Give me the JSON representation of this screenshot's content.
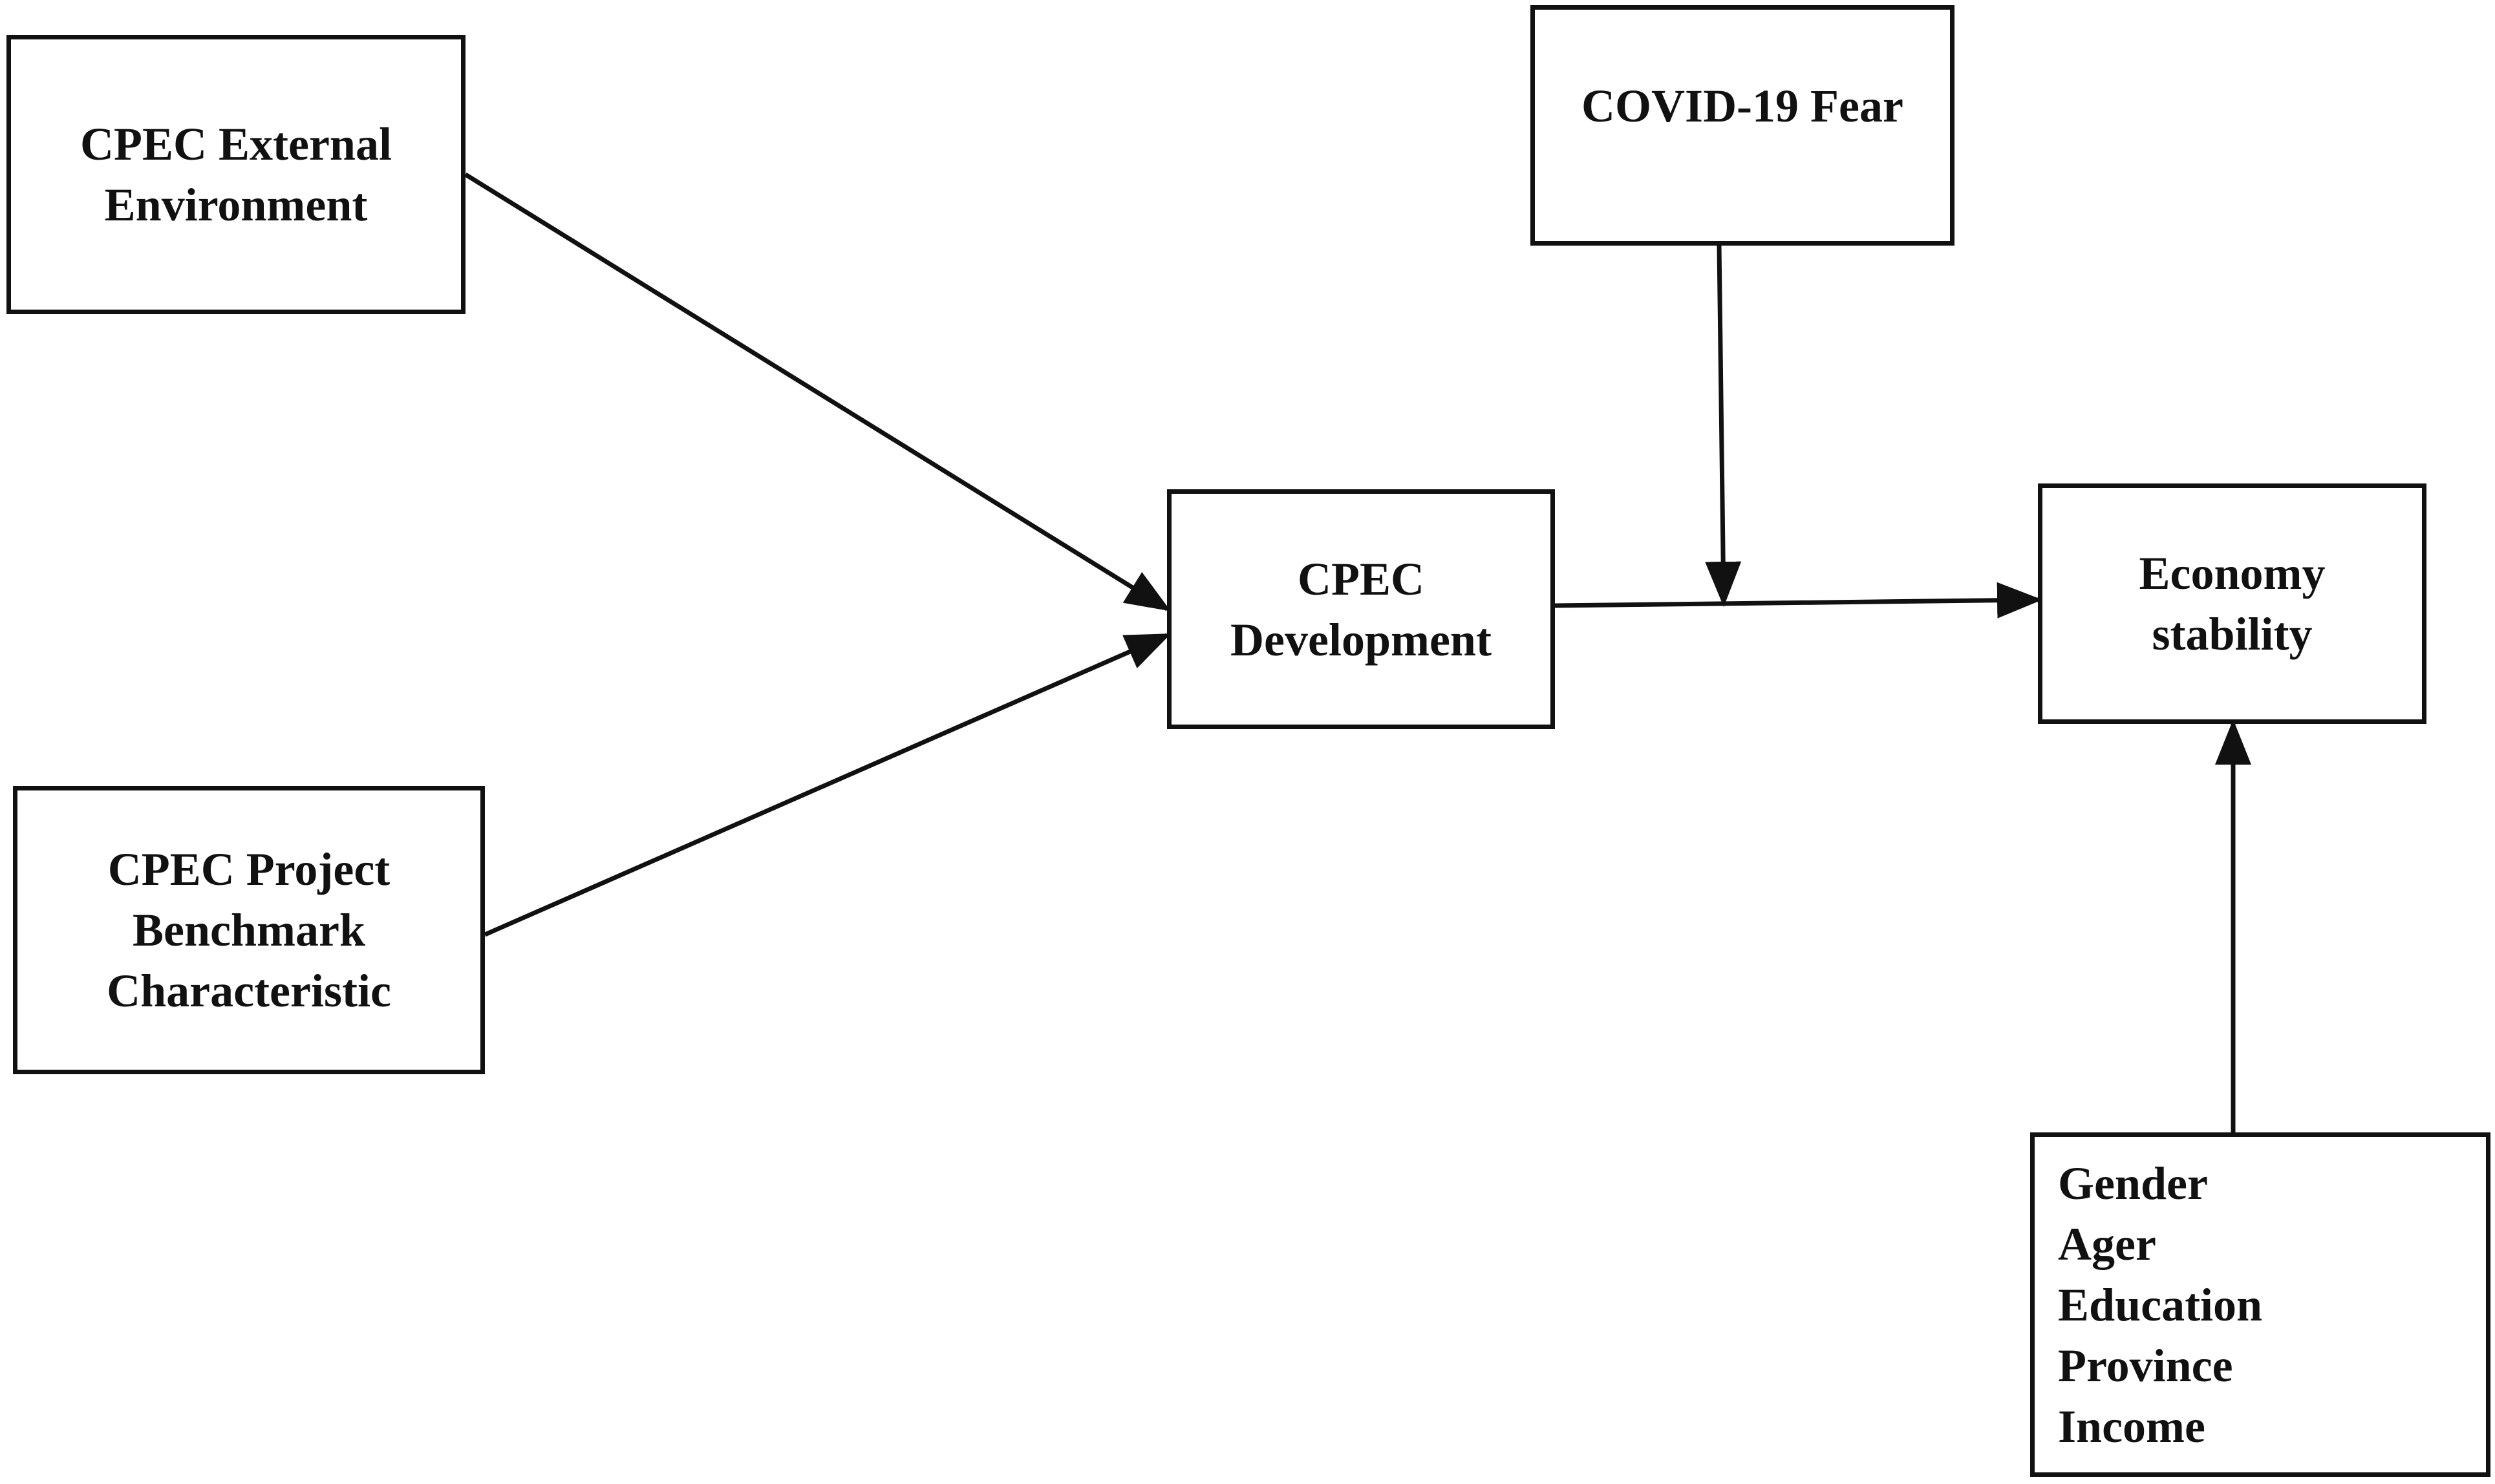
{
  "nodes": {
    "external": {
      "lines": [
        "CPEC External",
        "Environment"
      ]
    },
    "benchmark": {
      "lines": [
        "CPEC Project",
        "Benchmark",
        "Characteristic"
      ]
    },
    "development": {
      "lines": [
        "CPEC",
        "Development"
      ]
    },
    "covid": {
      "lines": [
        "COVID-19 Fear"
      ]
    },
    "economy": {
      "lines": [
        "Economy",
        "stability"
      ]
    },
    "controls": {
      "lines": [
        "Gender",
        "Ager",
        "Education",
        "Province",
        "Income"
      ]
    }
  },
  "edges": [
    {
      "from": "external",
      "to": "development"
    },
    {
      "from": "benchmark",
      "to": "development"
    },
    {
      "from": "development",
      "to": "economy"
    },
    {
      "from": "covid",
      "to": "development-economy-path"
    },
    {
      "from": "controls",
      "to": "economy"
    }
  ],
  "colors": {
    "stroke": "#111111",
    "background": "#ffffff"
  }
}
